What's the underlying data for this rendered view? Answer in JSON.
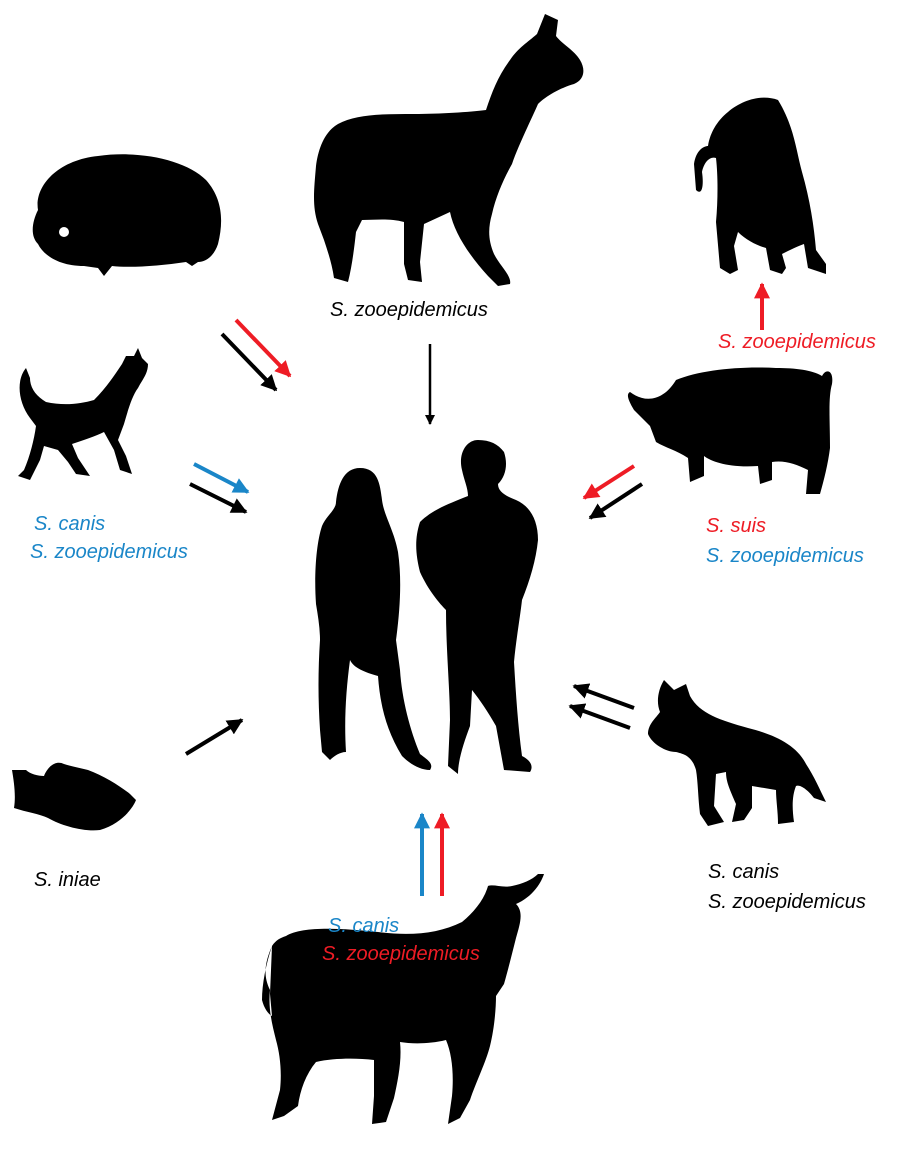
{
  "colors": {
    "black": "#000000",
    "red": "#ee1c25",
    "blue": "#1a86c8"
  },
  "labels": {
    "horse": "S. zooepidemicus",
    "monkey": "S. zooepidemicus",
    "cat_line1": "S. canis",
    "cat_line2": "S. zooepidemicus",
    "pig_line1": "S. suis",
    "pig_line2": "S. zooepidemicus",
    "fish": "S. iniae",
    "dog_line1": "S. canis",
    "dog_line2": "S. zooepidemicus",
    "cattle_line1": "S. canis",
    "cattle_line2": "S. zooepidemicus"
  },
  "silhouettes": [
    "guinea-pig-icon",
    "horse-icon",
    "monkey-icon",
    "cat-icon",
    "pig-icon",
    "humans-icon",
    "fish-icon",
    "dog-icon",
    "cattle-icon"
  ]
}
